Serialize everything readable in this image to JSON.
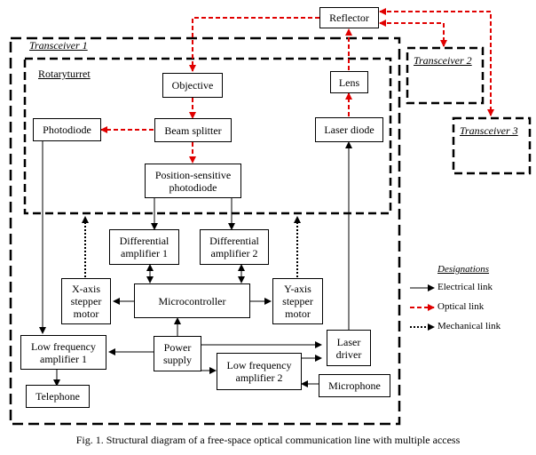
{
  "diagram": {
    "containers": {
      "transceiver1": "Transceiver 1",
      "rotary_turret": "Rotaryturret",
      "transceiver2": "Transceiver 2",
      "transceiver3": "Transceiver 3"
    },
    "blocks": {
      "reflector": "Reflector",
      "objective": "Objective",
      "lens": "Lens",
      "photodiode": "Photodiode",
      "beam_splitter": "Beam splitter",
      "laser_diode": "Laser diode",
      "psd_line1": "Position-sensitive",
      "psd_line2": "photodiode",
      "diff_amp1_line1": "Differential",
      "diff_amp1_line2": "amplifier 1",
      "diff_amp2_line1": "Differential",
      "diff_amp2_line2": "amplifier 2",
      "x_motor_line1": "X-axis",
      "x_motor_line2": "stepper",
      "x_motor_line3": "motor",
      "microcontroller": "Microcontroller",
      "y_motor_line1": "Y-axis",
      "y_motor_line2": "stepper",
      "y_motor_line3": "motor",
      "lfa1_line1": "Low frequency",
      "lfa1_line2": "amplifier 1",
      "power_line1": "Power",
      "power_line2": "supply",
      "laser_driver_line1": "Laser",
      "laser_driver_line2": "driver",
      "lfa2_line1": "Low frequency",
      "lfa2_line2": "amplifier 2",
      "telephone": "Telephone",
      "microphone": "Microphone"
    },
    "legend": {
      "title": "Designations",
      "items": [
        {
          "label": "Electrical link",
          "style": "solid",
          "color": "#000000"
        },
        {
          "label": "Optical link",
          "style": "dashed",
          "color": "#e00000"
        },
        {
          "label": "Mechanical link",
          "style": "dotted",
          "color": "#000000"
        }
      ]
    },
    "colors": {
      "optical": "#e00000",
      "electrical": "#000000",
      "mechanical": "#000000"
    },
    "caption": "Fig. 1. Structural diagram of a free-space optical communication line with multiple access"
  }
}
